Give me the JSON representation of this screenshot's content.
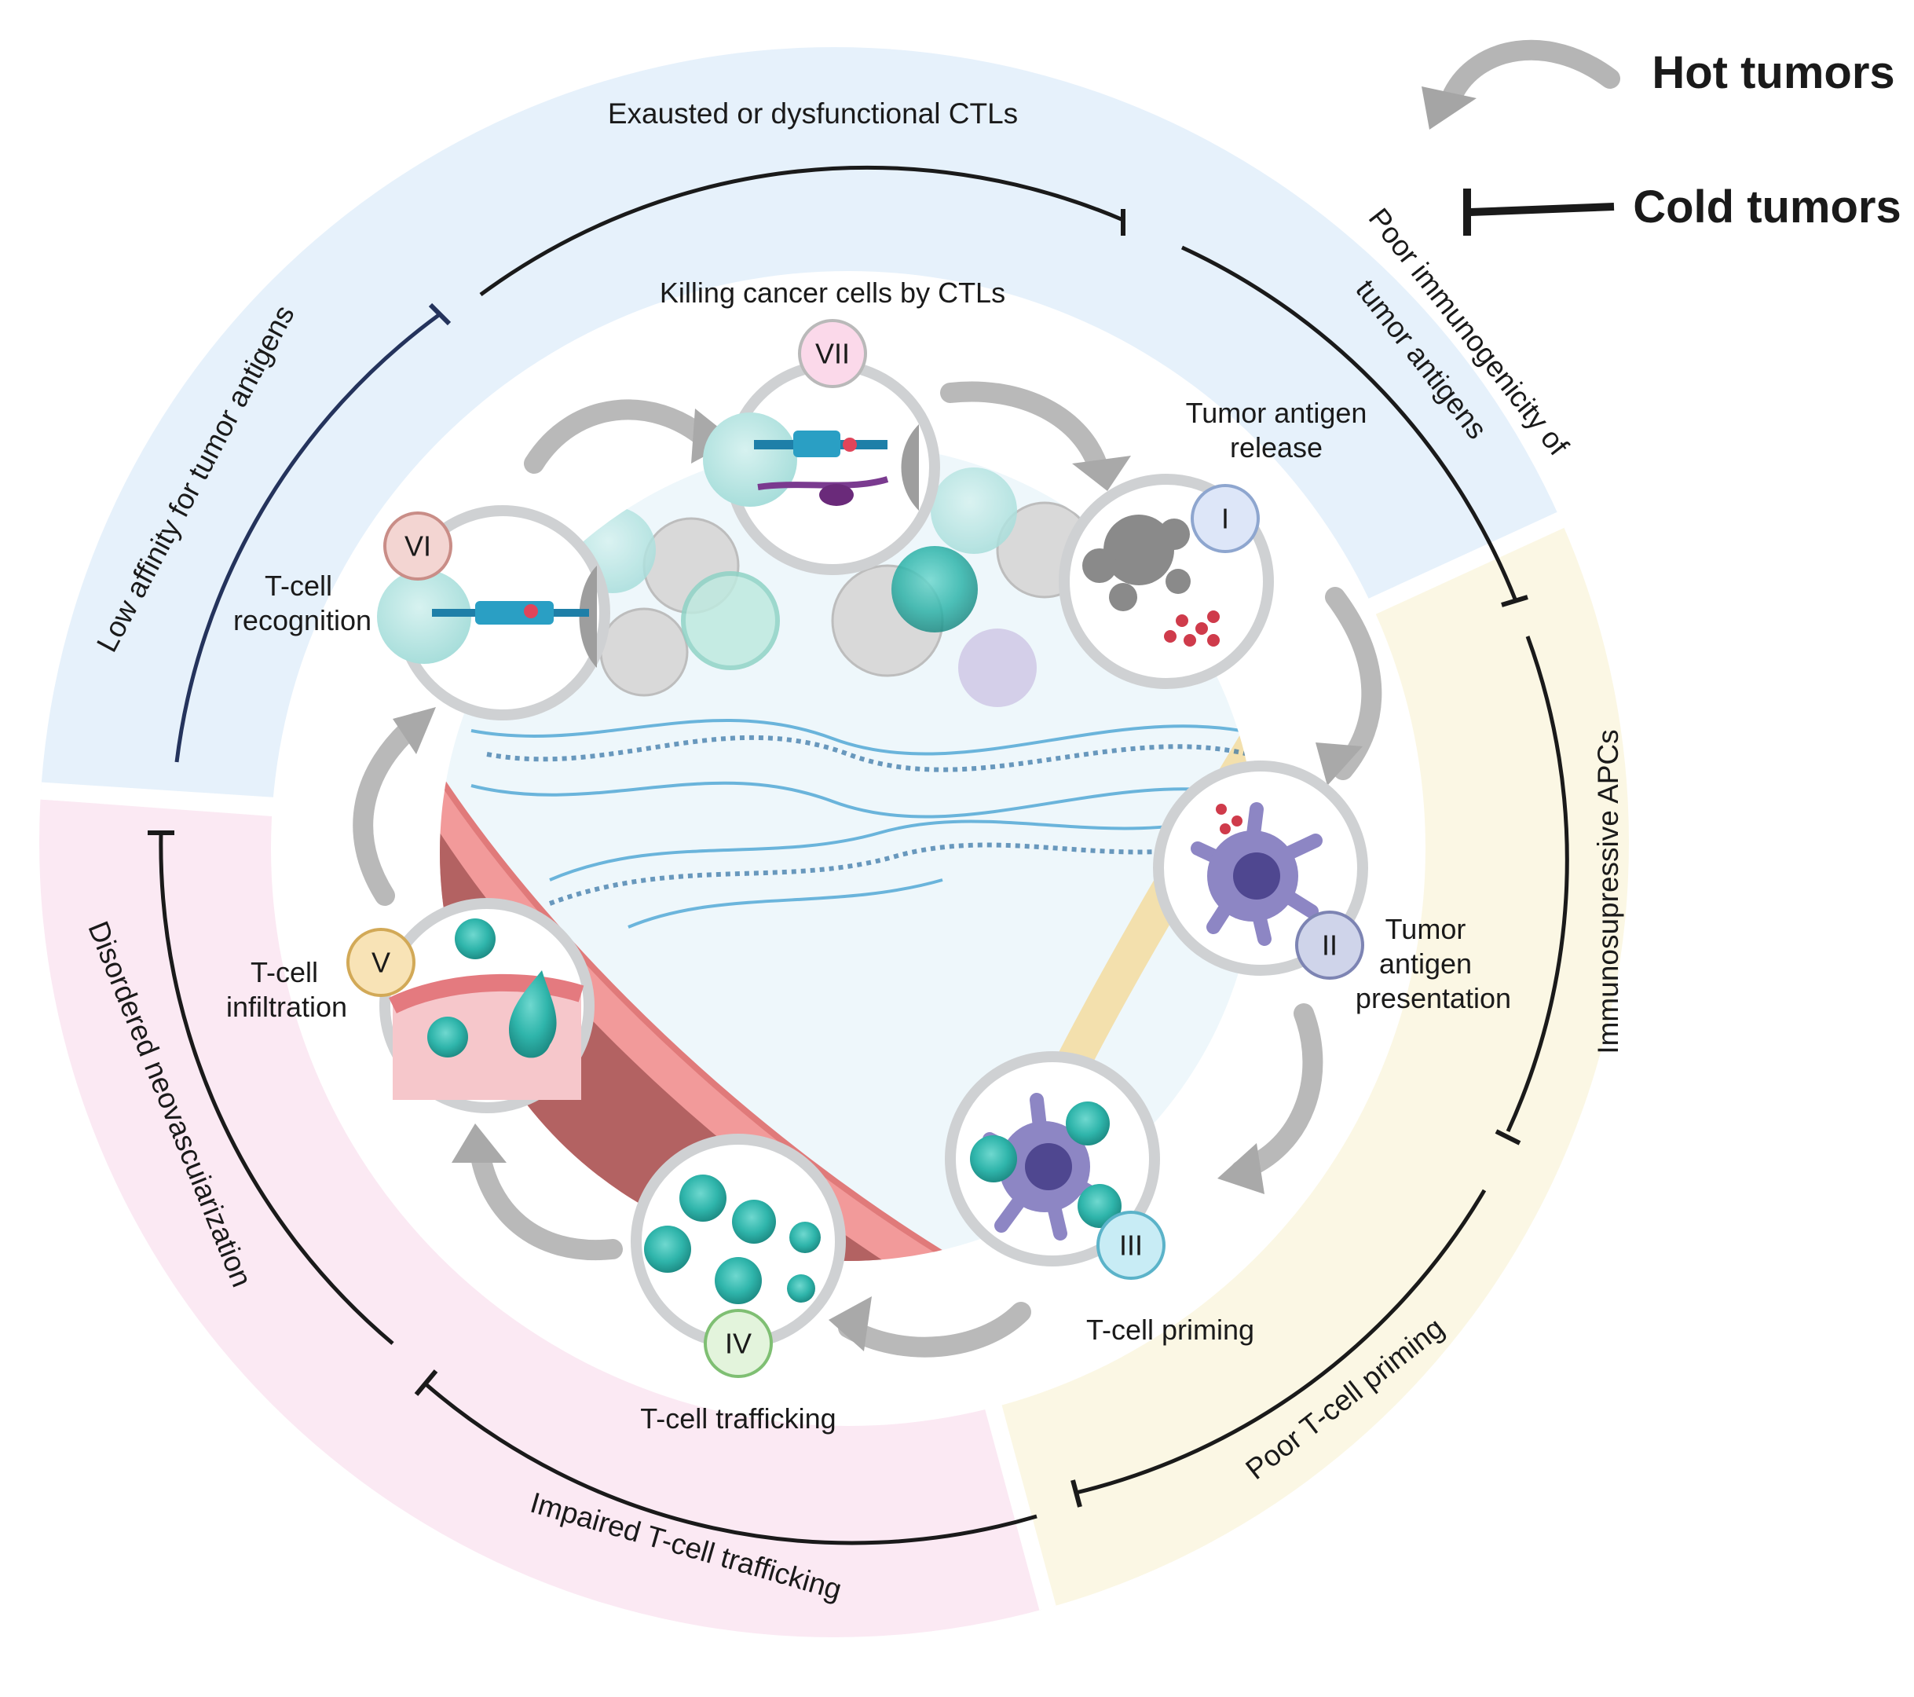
{
  "legend": {
    "hot": "Hot tumors",
    "cold": "Cold tumors"
  },
  "steps": [
    {
      "numeral": "I",
      "label_lines": [
        "Tumor antigen",
        "release"
      ]
    },
    {
      "numeral": "II",
      "label_lines": [
        "Tumor",
        "antigen",
        "presentation"
      ]
    },
    {
      "numeral": "III",
      "label_lines": [
        "T-cell priming"
      ]
    },
    {
      "numeral": "IV",
      "label_lines": [
        "T-cell trafficking"
      ]
    },
    {
      "numeral": "V",
      "label_lines": [
        "T-cell",
        "infiltration"
      ]
    },
    {
      "numeral": "VI",
      "label_lines": [
        "T-cell",
        "recognition"
      ]
    },
    {
      "numeral": "VII",
      "label_lines": [
        "Killing cancer cells by CTLs"
      ]
    }
  ],
  "barriers": {
    "exhausted": "Exausted or dysfunctional CTLs",
    "immunogenicity_l1": "Poor immunogenicity of",
    "immunogenicity_l2": "tumor antigens",
    "apcs": "Immunosupressive APCs",
    "priming": "Poor T-cell priming",
    "trafficking": "Impaired T-cell trafficking",
    "neovasc": "Disordered neovascuiarization",
    "affinity": "Low affinity for tumor antigens"
  },
  "colors": {
    "blue_zone": "#e6f1fb",
    "yellow_zone": "#fbf7e4",
    "pink_zone": "#fbe9f3",
    "ring": "#cfd1d3",
    "vessel": "#b36262",
    "teal_cell": "#3cbcb3",
    "dc_purple": "#8d86c4",
    "stroma": "#eef7fb"
  }
}
